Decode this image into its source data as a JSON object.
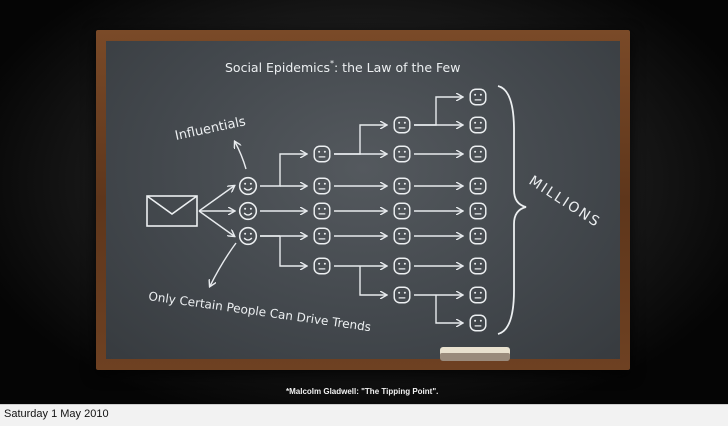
{
  "slide": {
    "title": "Social Epidemics",
    "title_mark": "*",
    "title_rest": ": the Law of the Few",
    "influentials": "Influentials",
    "bottom_note": "Only Certain People Can Drive Trends",
    "millions": "MILLIONS",
    "citation": "*Malcolm Gladwell: \"The Tipping Point\"."
  },
  "status": {
    "date": "Saturday 1 May 2010"
  }
}
